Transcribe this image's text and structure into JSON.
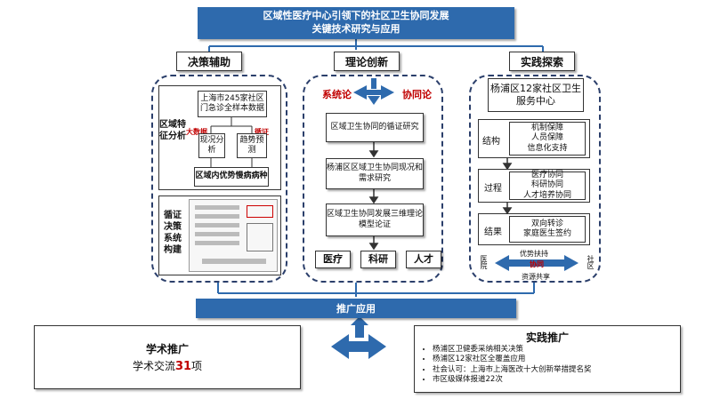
{
  "title": {
    "line1": "区域性医疗中心引领下的社区卫生协同发展",
    "line2": "关键技术研究与应用"
  },
  "columns": {
    "left": {
      "header": "决策辅助",
      "section1": {
        "label": "区域特征分析",
        "data_box": "上海市245家社区门急诊全样本数据",
        "tag_bigdata": "大数据",
        "tag_evidence": "循证",
        "box_status": "现况分析",
        "box_trend": "趋势预测",
        "box_disease": "区域内优势慢病病种"
      },
      "section2": {
        "label": "循证决策系统构建"
      }
    },
    "middle": {
      "header": "理论创新",
      "theory_system": "系统论",
      "theory_synergy": "协同论",
      "box1": "区域卫生协同的循证研究",
      "box2": "杨浦区区域卫生协同现况和需求研究",
      "box3": "区域卫生协同发展三维理论模型论证",
      "tags": [
        "医疗",
        "科研",
        "人才"
      ]
    },
    "right": {
      "header": "实践探索",
      "center_box": "杨浦区12家社区卫生服务中心",
      "rows": [
        {
          "label": "结构",
          "content": "机制保障\n人员保障\n信息化支持"
        },
        {
          "label": "过程",
          "content": "医疗协同\n科研协同\n人才培养协同"
        },
        {
          "label": "结果",
          "content": "双向转诊\n家庭医生签约"
        }
      ],
      "bottom": {
        "left": "医院",
        "right": "社区",
        "top": "优势扶持",
        "mid": "协同",
        "bot": "资源共享"
      }
    }
  },
  "promotion_bar": "推广应用",
  "academic": {
    "title": "学术推广",
    "line": "学术交流",
    "count": "31",
    "unit": "项"
  },
  "practice": {
    "title": "实践推广",
    "items": [
      "杨浦区卫健委采纳相关决策",
      "杨浦区12家社区全覆盖应用",
      "社会认可：上海市上海医改十大创新举措提名奖",
      "市区级媒体报道22次"
    ]
  },
  "colors": {
    "bar": "#2e6aad",
    "dash": "#2b3f6b",
    "accent_red": "#c00000"
  }
}
